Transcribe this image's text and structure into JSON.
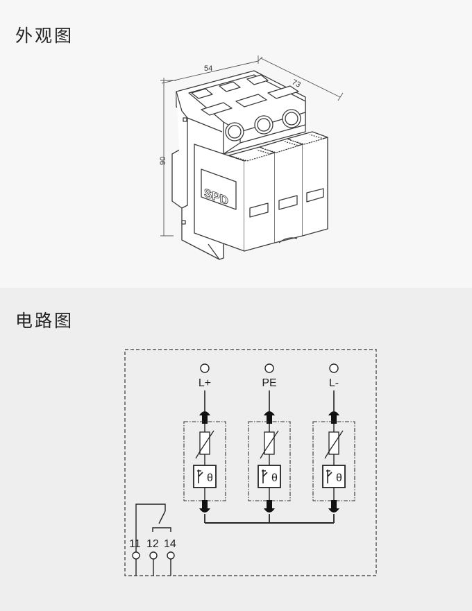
{
  "appearance": {
    "title": "外观图",
    "dimensions": {
      "width": "54",
      "depth": "73",
      "height": "90"
    },
    "logo_text": "SPD"
  },
  "circuit": {
    "title": "电路图",
    "terminals": [
      "L+",
      "PE",
      "L-"
    ],
    "contacts": [
      "11",
      "12",
      "14"
    ],
    "theta_symbol": "θ"
  }
}
